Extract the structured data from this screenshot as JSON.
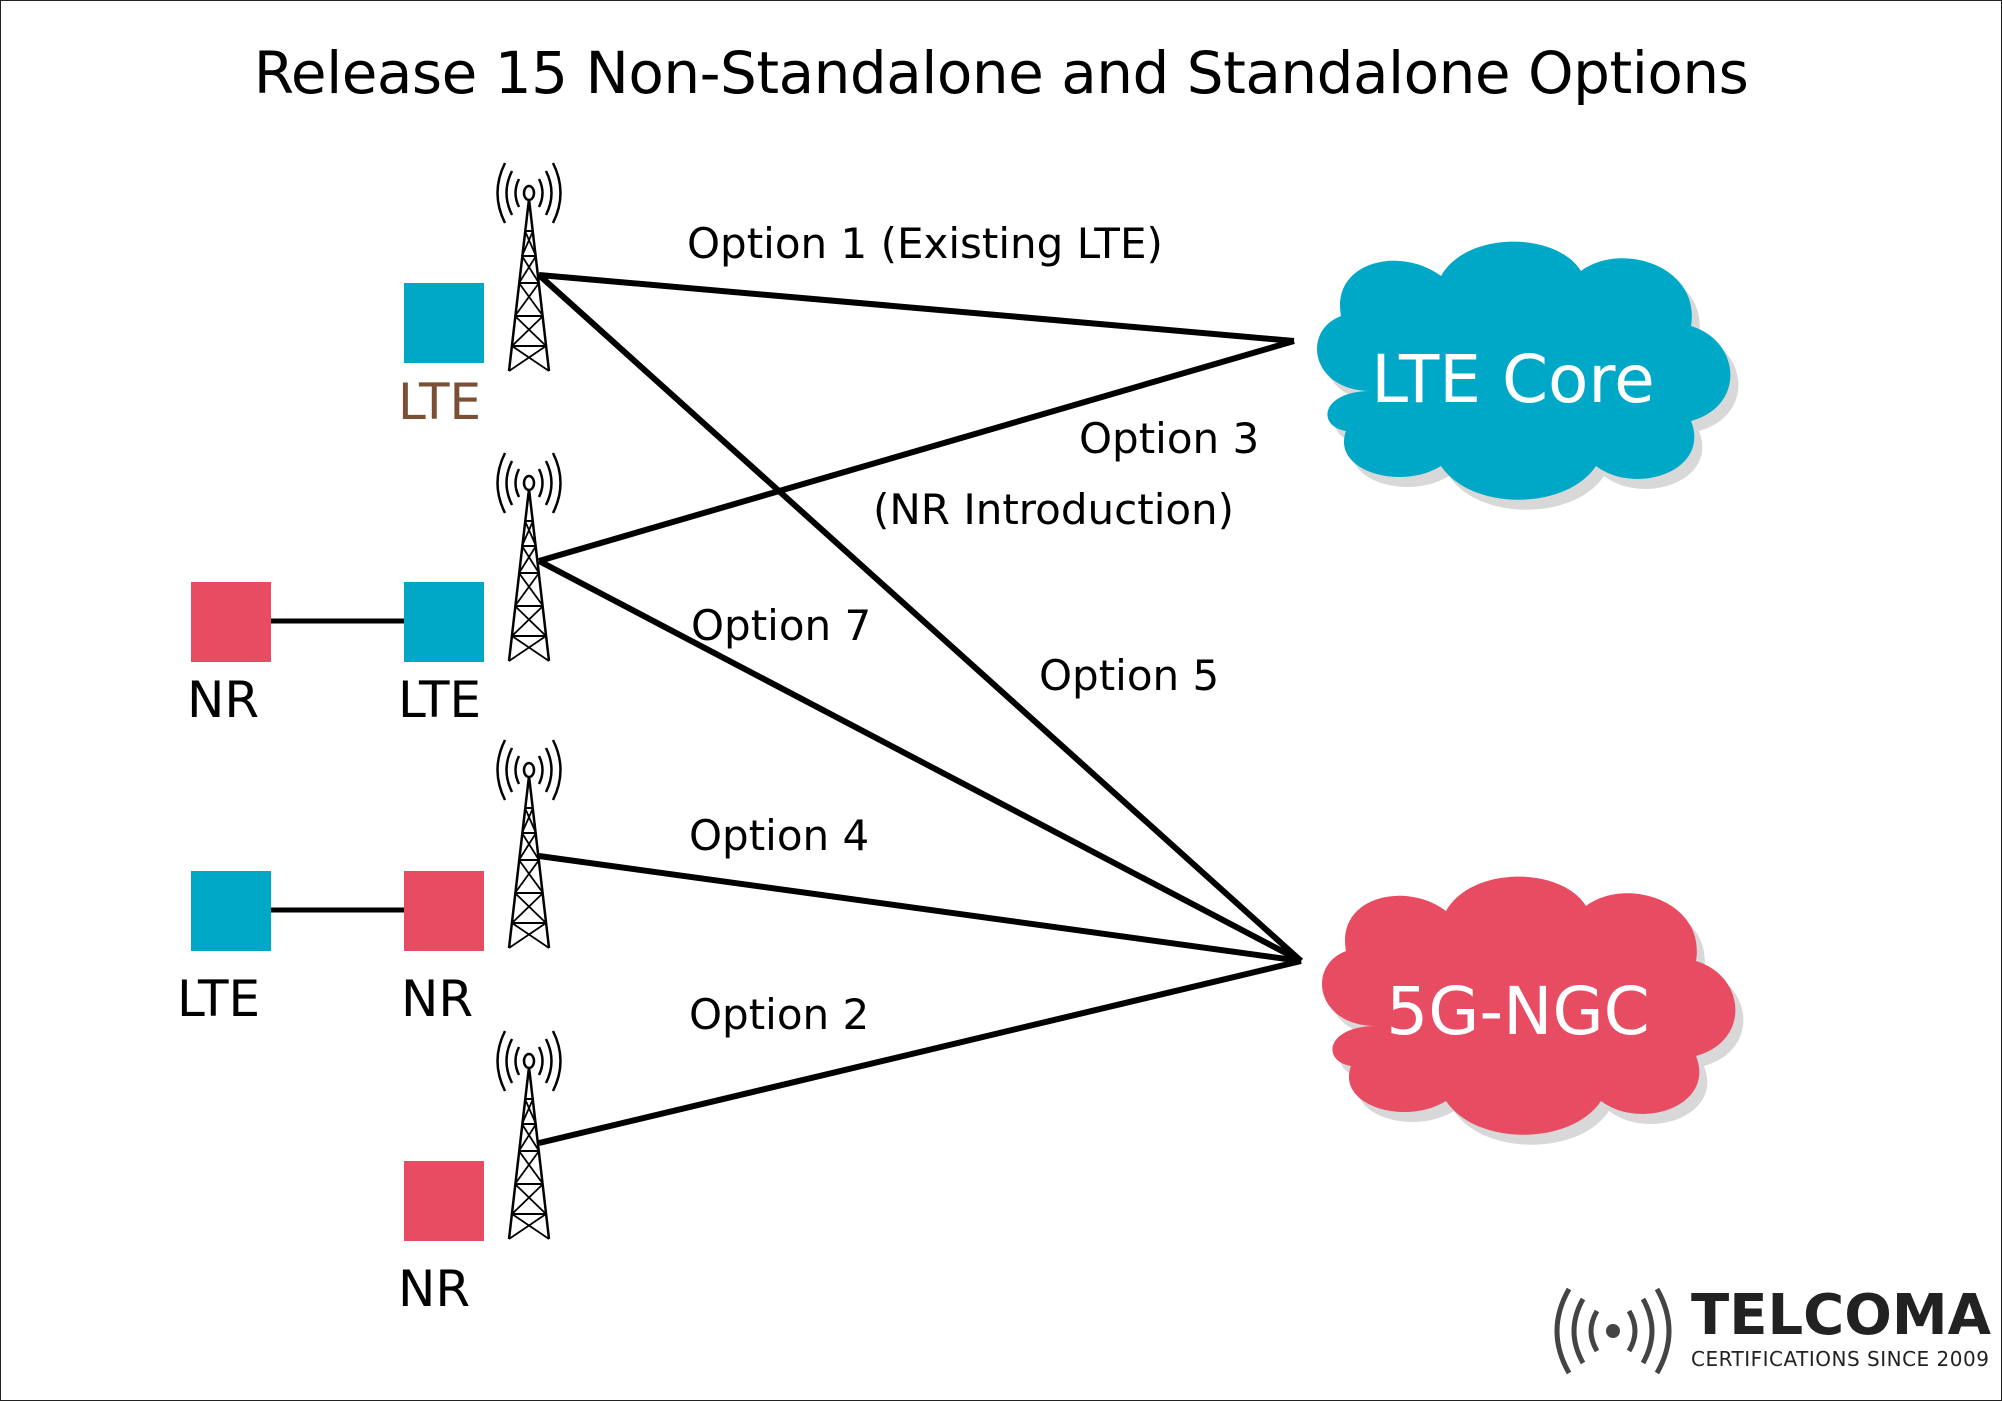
{
  "title": "Release 15 Non-Standalone and Standalone Options",
  "colors": {
    "lte": "#00a8c8",
    "nr": "#e84c62",
    "lte_label_brown": "#7a5034"
  },
  "nodes": {
    "lte1": "LTE",
    "nr_lte_left": "NR",
    "nr_lte_right": "LTE",
    "lte_nr_left": "LTE",
    "lte_nr_right": "NR",
    "nr_only": "NR"
  },
  "options": {
    "opt1": "Option 1 (Existing LTE)",
    "opt3_line1": "Option 3",
    "opt3_line2": "(NR Introduction)",
    "opt7": "Option 7",
    "opt5": "Option 5",
    "opt4": "Option 4",
    "opt2": "Option 2"
  },
  "clouds": {
    "lte_core": "LTE Core",
    "ngc": "5G-NGC"
  },
  "logo": {
    "name": "TELCOMA",
    "tagline": "CERTIFICATIONS SINCE 2009"
  }
}
